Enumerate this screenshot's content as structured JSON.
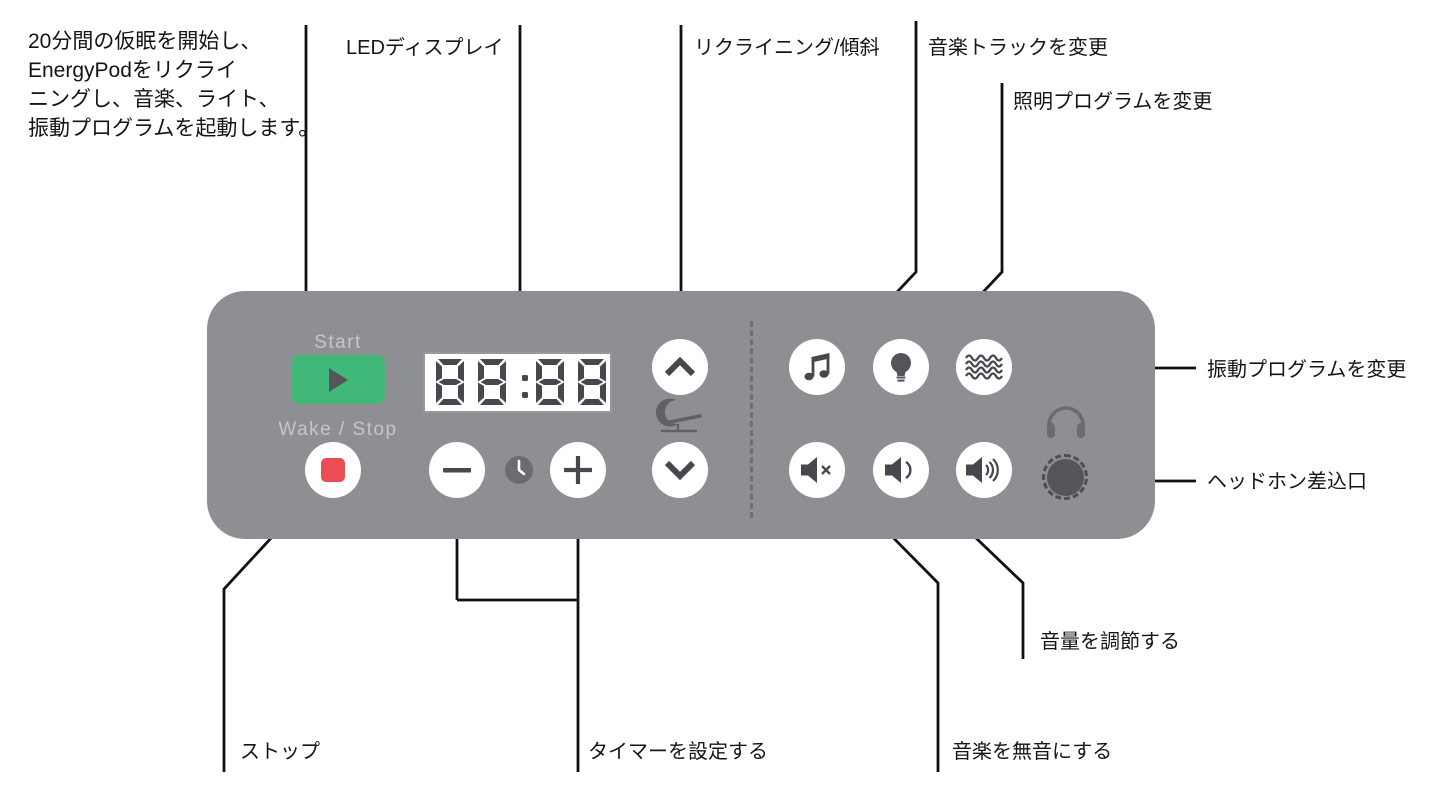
{
  "description": {
    "text": "20分間の仮眠を開始し、\nEnergyPodをリクライ\nニングし、音楽、ライト、\n振動プログラムを起動します。"
  },
  "labels": {
    "led_display": "LEDディスプレイ",
    "recline_tilt": "リクライニング/傾斜",
    "change_music_track": "音楽トラックを変更",
    "change_light_program": "照明プログラムを変更",
    "change_vibration_program": "振動プログラムを変更",
    "headphone_jack": "ヘッドホン差込口",
    "adjust_volume": "音量を調節する",
    "mute_music": "音楽を無音にする",
    "set_timer": "タイマーを設定する",
    "stop": "ストップ"
  },
  "panel": {
    "start_label": "Start",
    "wake_stop_label": "Wake / Stop",
    "led_value": "88:88",
    "colors": {
      "panel_gray": "#8e8f93",
      "accent_green": "#3fb878",
      "accent_red": "#ec4d55",
      "icon_dark": "#47484d",
      "icon_soft": "#6b6c70",
      "pod_text": "#c5c6c8",
      "annotation": "#141414"
    }
  }
}
